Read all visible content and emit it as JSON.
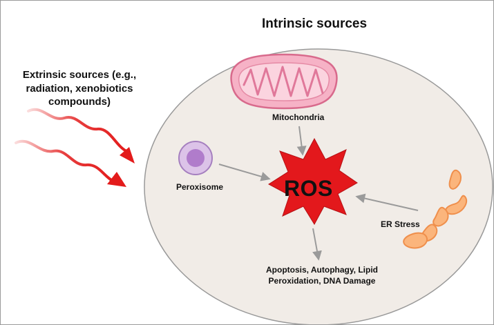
{
  "title": "Intrinsic sources",
  "extrinsic": "Extrinsic sources (e.g., radiation, xenobiotics compounds)",
  "nodes": {
    "mitochondria": "Mitochondria",
    "peroxisome": "Peroxisome",
    "er_stress": "ER Stress",
    "ros": "ROS"
  },
  "outcomes": "Apoptosis, Autophagy, Lipid Peroxidation, DNA Damage",
  "colors": {
    "cell": "#f1ece7",
    "cell_border": "#999999",
    "mitochondria": "#f4a9c0",
    "peroxisome": "#c9a3d6",
    "er": "#f8b078",
    "ros": "#e3181c",
    "arrow": "#9a9a9a",
    "extrinsic_arrow": "#e31b1b"
  },
  "icons": [
    "mitochondria-icon",
    "peroxisome-icon",
    "er-icon",
    "ros-star-icon",
    "wavy-arrow-icon"
  ]
}
